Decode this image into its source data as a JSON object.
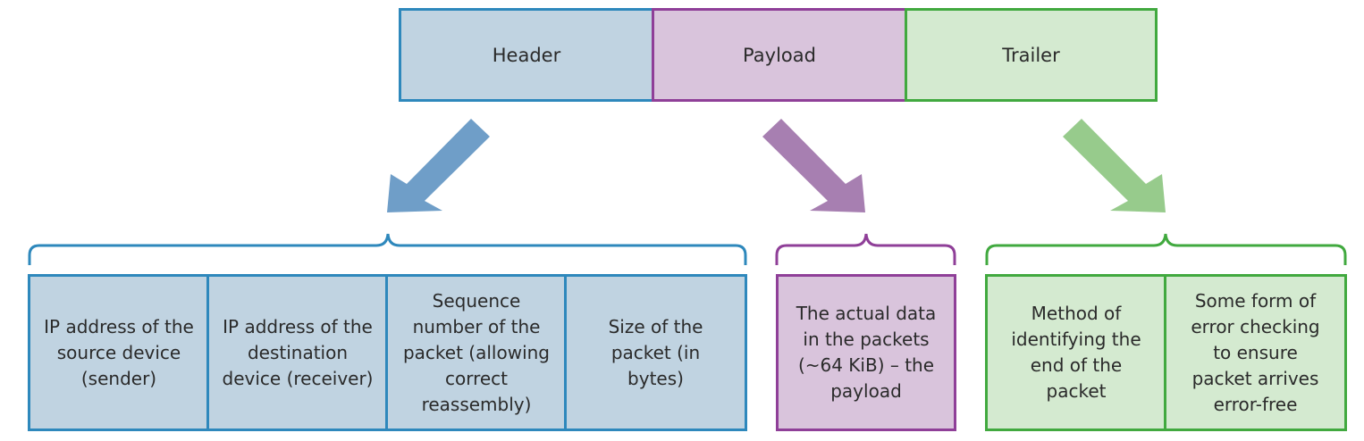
{
  "colors": {
    "header_fill": "#c0d3e1",
    "header_border": "#2e88bc",
    "header_arrow": "#6f9ec8",
    "payload_fill": "#d9c4dc",
    "payload_border": "#8f3f98",
    "payload_arrow": "#a77fb1",
    "trailer_fill": "#d4ead0",
    "trailer_border": "#41a93f",
    "trailer_arrow": "#97cb8c"
  },
  "packet": {
    "header_label": "Header",
    "payload_label": "Payload",
    "trailer_label": "Trailer"
  },
  "header_fields": [
    {
      "text": "IP address of the source device (sender)"
    },
    {
      "text": "IP address of the destination device (receiver)"
    },
    {
      "text": "Sequence number of the packet (allowing correct reassembly)"
    },
    {
      "text": "Size of the packet (in bytes)"
    }
  ],
  "payload_fields": [
    {
      "text": "The actual data in the packets (~64 KiB) – the payload"
    }
  ],
  "trailer_fields": [
    {
      "text": "Method of identifying the end of the packet"
    },
    {
      "text": "Some form of error checking to ensure packet arrives error-free"
    }
  ]
}
